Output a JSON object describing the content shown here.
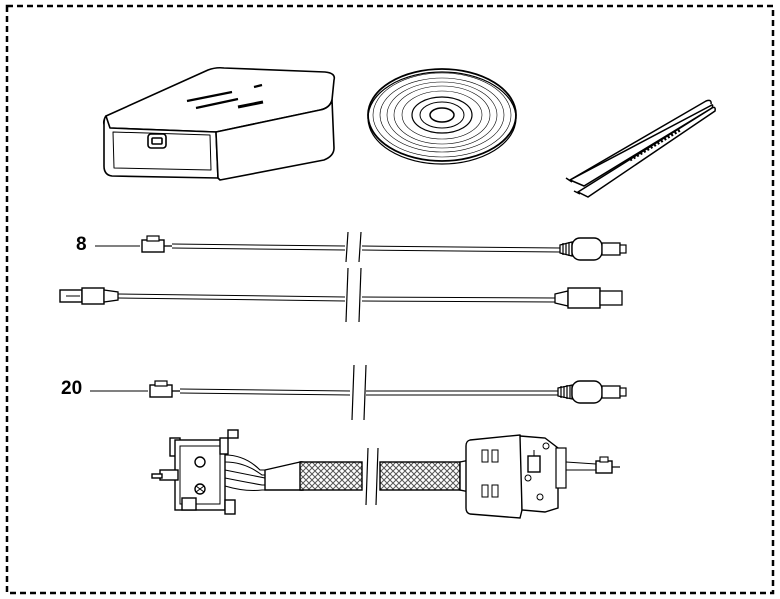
{
  "callouts": {
    "cable_a": "8",
    "cable_c": "20"
  },
  "device_label_text": "",
  "colors": {
    "line": "#000000",
    "background": "#ffffff",
    "braid": "#7a7a7a"
  },
  "icons": [
    "interface-box",
    "cd-disc",
    "tweezers",
    "cable",
    "usb-cable",
    "ribbon-connector-cable"
  ]
}
